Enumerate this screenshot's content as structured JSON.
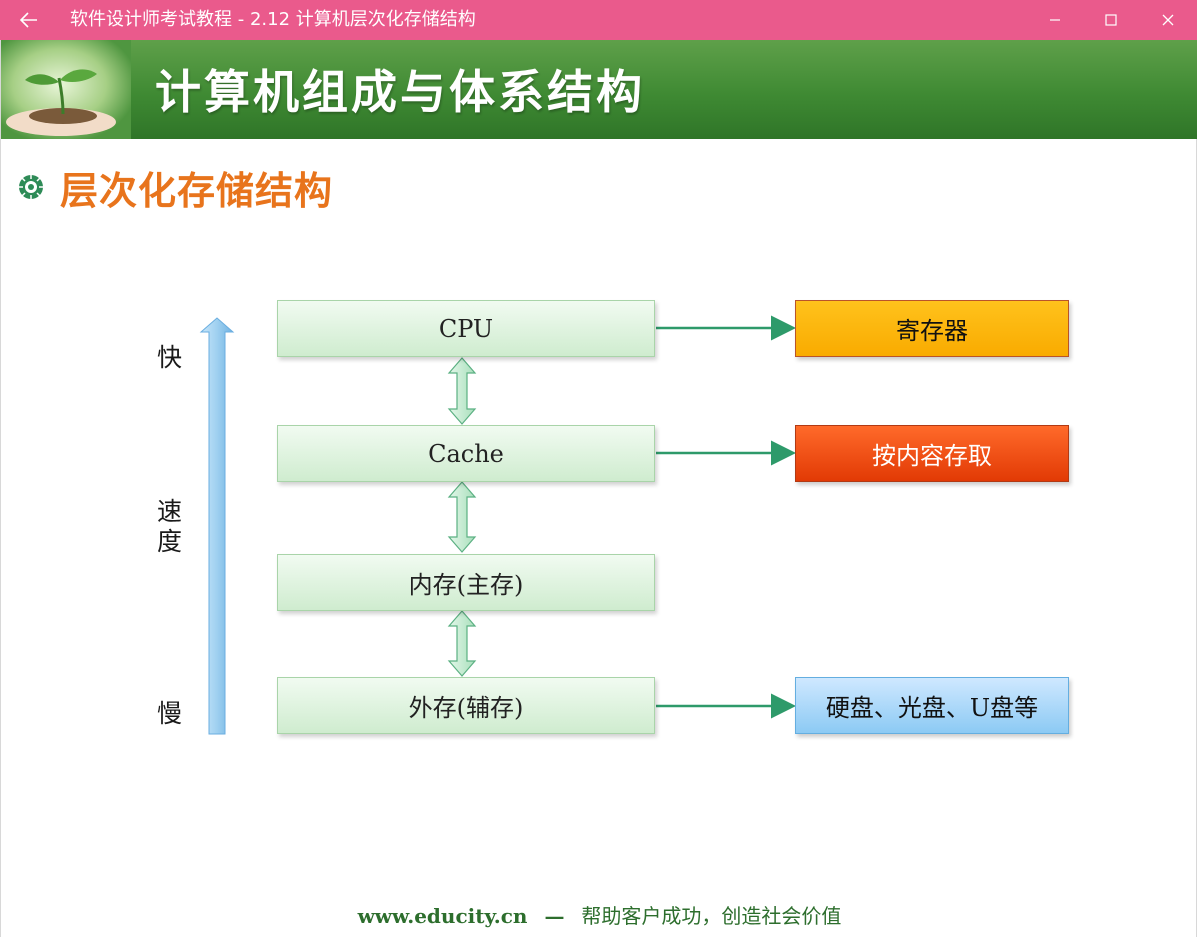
{
  "window": {
    "title": "软件设计师考试教程 - 2.12  计算机层次化存储结构",
    "controls": {
      "back": "back-arrow-icon",
      "minimize": "minimize-icon",
      "maximize": "maximize-icon",
      "close": "close-icon"
    },
    "bar_color": "#ea5a8c"
  },
  "slide": {
    "banner_title": "计算机组成与体系结构",
    "section_heading": "层次化存储结构",
    "speed_axis": {
      "fast_label": "快",
      "speed_label": "速\n度",
      "slow_label": "慢"
    },
    "levels": [
      {
        "label": "CPU",
        "detail": "寄存器",
        "detail_color": "#f9ab00"
      },
      {
        "label": "Cache",
        "detail": "按内容存取",
        "detail_color": "#e23a05"
      },
      {
        "label": "内存(主存)"
      },
      {
        "label": "外存(辅存)",
        "detail": "硬盘、光盘、U盘等",
        "detail_color": "#8ccaf4"
      }
    ],
    "footer": {
      "url": "www.educity.cn",
      "dash": "—",
      "slogan": "帮助客户成功，创造社会价值"
    }
  },
  "colors": {
    "banner_green": "#3f8a33",
    "heading_orange": "#e8741c",
    "level_box_green": "#cfeccf",
    "connector_green": "#2e9a6a",
    "speed_arrow_blue": "#9fd0f0"
  }
}
